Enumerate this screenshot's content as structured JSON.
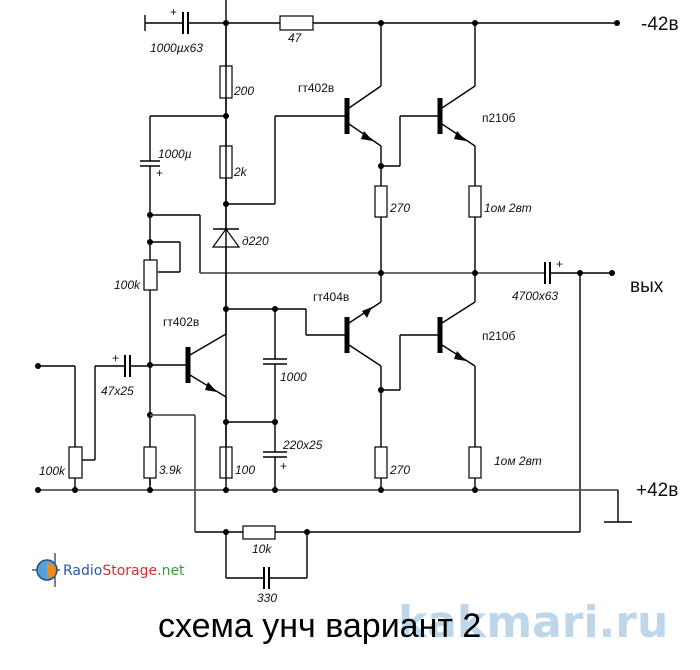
{
  "diagram": {
    "title": "схема унч вариант 2",
    "watermark": "kakmari.ru",
    "logo": {
      "part1": "Radio",
      "part2": "Storage",
      "part3": ".net"
    },
    "supply_negative": "-42в",
    "supply_positive": "+42в",
    "output_label": "вых",
    "components": {
      "c_input_filter": "1000µx63",
      "r_47": "47",
      "r_200": "200",
      "c_1000u": "1000µ",
      "r_2k": "2k",
      "diode": "д220",
      "pot_bias": "100k",
      "pot_input": "100k",
      "c_input": "47x25",
      "r_3k9": "3.9k",
      "r_100": "100",
      "c_1000": "1000",
      "c_220": "220x25",
      "q1": "гт402в",
      "q2": "гт402в",
      "q3": "гт404в",
      "q4": "п210б",
      "q5": "п210б",
      "r_270_top": "270",
      "r_270_bot": "270",
      "r_1ohm_top": "1ом 2вт",
      "r_1ohm_bot": "1ом 2вт",
      "c_out": "4700x63",
      "r_fb": "10k",
      "c_fb": "330"
    },
    "plus_sign": "+"
  }
}
